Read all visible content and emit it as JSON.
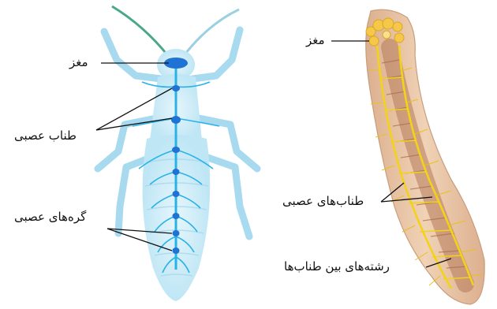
{
  "labels": {
    "insect_brain": "مغز",
    "insect_nerve_cord": "طناب عصبی",
    "insect_ganglia": "گره‌های عصبی",
    "flatworm_brain": "مغز",
    "flatworm_nerve_cords": "طناب‌های عصبی",
    "flatworm_connectives": "رشته‌های بین طناب‌ها"
  },
  "colors": {
    "insect_nerve": "#27b3e8",
    "insect_body_glow": "#bfe6f5",
    "insect_antenna": "#4aa88a",
    "worm_body": "#e9c7a9",
    "worm_nerve": "#f2d21a",
    "worm_brain": "#f5c84a",
    "worm_gut": "#b57a5a"
  }
}
